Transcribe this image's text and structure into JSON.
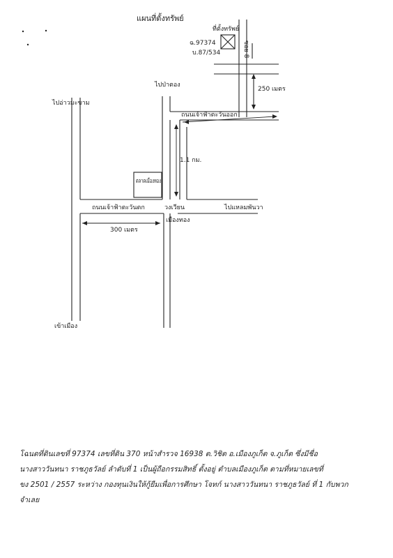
{
  "map": {
    "title": "แผนที่ตั้งทรัพย์",
    "property_label": "ที่ตั้งทรัพย์",
    "deed_no": "ฉ.97374",
    "house_no": "บ.87/534",
    "soi_label": "ซอย 8",
    "dist_250": "250 เมตร",
    "to_patong": "ไปป่าตอง",
    "to_ao_makham": "ไปอ่าวมะขาม",
    "main_road": "ถนนเจ้าฟ้าตะวันออก",
    "dist_1_1km": "1.1 กม.",
    "market": "ตลาดเมืองทอง",
    "road_bottom": "ถนนเจ้าฟ้าตะวันตก",
    "circle": "วงเวียน",
    "mueang_thong": "เมืองทอง",
    "to_laem_phanwa": "ไปแหลมพันวา",
    "dist_300": "300 เมตร",
    "to_city": "เข้าเมือง"
  },
  "note": {
    "line1": "โฉนดที่ดินเลขที่ 97374 เลขที่ดิน 370 หน้าสำรวจ 16938 ต.วิชิต อ.เมืองภูเก็ต จ.ภูเก็ต ซึ่งมีชื่อ",
    "line2": "นางสาววันทนา ราชภูธวัลย์ ลำดับที่ 1 เป็นผู้ถือกรรมสิทธิ์ ตั้งอยู่ ตำบลเมืองภูเก็ต ตามที่หมายเลขที่",
    "line3": "ขง 2501 / 2557 ระหว่าง กองทุนเงินให้กู้ยืมเพื่อการศึกษา โจทก์ นางสาววันทนา ราชภูธวัลย์ ที่ 1 กับพวก",
    "line4": "จำเลย"
  }
}
